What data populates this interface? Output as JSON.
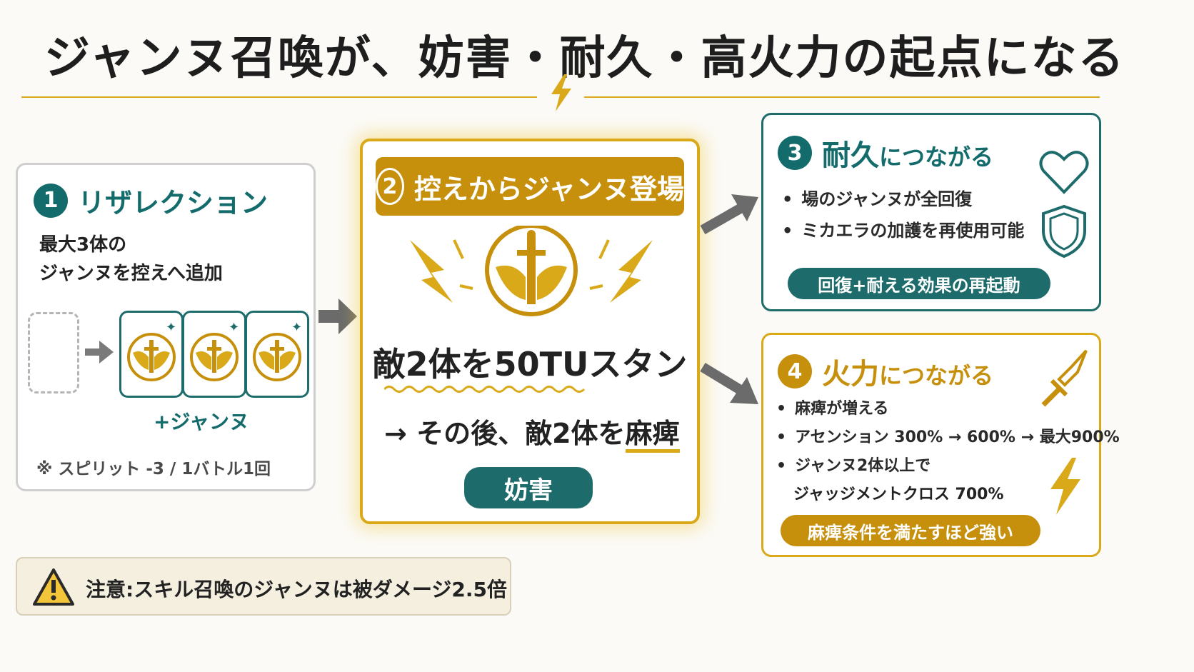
{
  "title": "ジャンヌ召喚が、妨害・耐久・高火力の起点になる",
  "colors": {
    "teal": "#136b6b",
    "gold": "#c6900c",
    "accent": "#d9a91a",
    "arrow": "#6b6b6b"
  },
  "step1": {
    "number": "1",
    "heading": "リザレクション",
    "desc_line1": "最大3体の",
    "desc_line2": "ジャンヌを控えへ追加",
    "caption": "+ジャンヌ",
    "note": "※ スピリット -3 / 1バトル1回",
    "icons": [
      "empty-slot-icon",
      "jeanne-card-icon",
      "sparkle-icon"
    ]
  },
  "step2": {
    "number": "2",
    "heading": "控えからジャンヌ登場",
    "effect_main": "敵2体を50TUスタン",
    "effect_after_prefix": "→ その後、敵2体を",
    "effect_after_key": "麻痺",
    "tag": "妨害",
    "icons": [
      "sword-wings-emblem-icon",
      "lightning-icon"
    ]
  },
  "step3": {
    "number": "3",
    "heading_key": "耐久",
    "heading_rest": "につながる",
    "bullets": [
      "場のジャンヌが全回復",
      "ミカエラの加護を再使用可能"
    ],
    "tag": "回復+耐える効果の再起動",
    "icons": [
      "heart-icon",
      "shield-icon"
    ]
  },
  "step4": {
    "number": "4",
    "heading_key": "火力",
    "heading_rest": "につながる",
    "bullets": [
      "麻痺が増える",
      "アセンション 300% → 600% → 最大900%",
      "ジャンヌ2体以上で"
    ],
    "bullet3_cont": "ジャッジメントクロス 700%",
    "tag": "麻痺条件を満たすほど強い",
    "icons": [
      "sword-icon",
      "lightning-icon"
    ]
  },
  "warning": {
    "text": "注意:スキル召喚のジャンヌは被ダメージ2.5倍",
    "icon": "warning-icon"
  }
}
